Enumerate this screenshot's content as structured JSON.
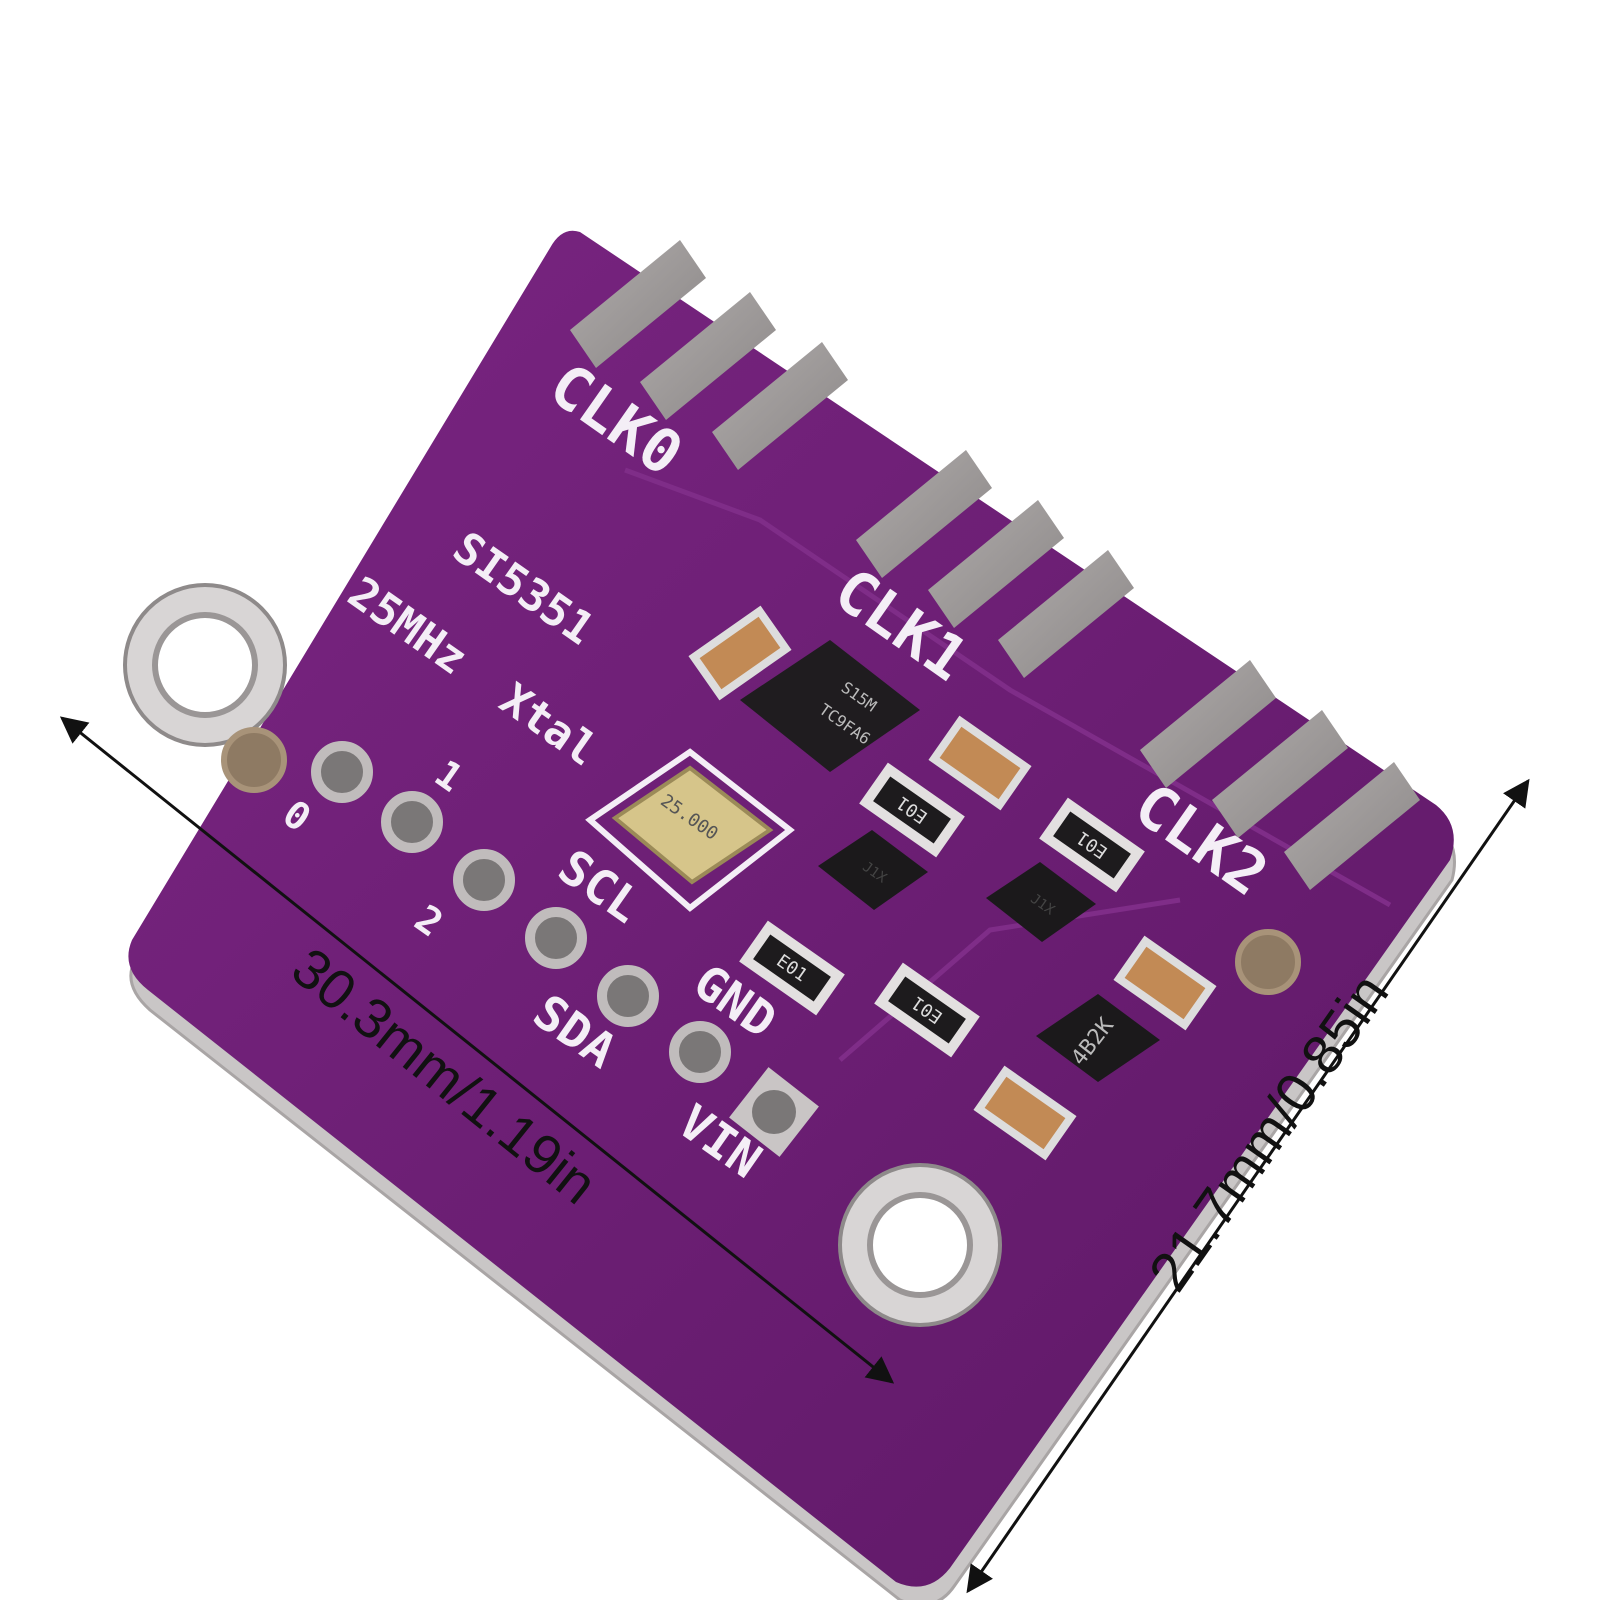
{
  "board": {
    "chip_name": "SI5351",
    "crystal_label": "25MHz  Xtal",
    "crystal_marking": "25.000",
    "ic_marking_1": "S15M",
    "ic_marking_2": "TC9FA6",
    "clk0_label": "CLK0",
    "clk1_label": "CLK1",
    "clk2_label": "CLK2",
    "pins": {
      "pin0": "0",
      "pin1": "1",
      "pin2": "2",
      "scl": "SCL",
      "sda": "SDA",
      "gnd": "GND",
      "vin": "VIN"
    },
    "resistor_marking": "E01",
    "regulator_marking": "4B2K",
    "transistor_marking": "J1X"
  },
  "dimensions": {
    "length": "30.3mm/1.19in",
    "width": "21.7mm/0.85in"
  },
  "colors": {
    "pcb": "#6b1f74",
    "pcb_edge": "#c9c6c6",
    "pad": "#9c9898",
    "silkscreen": "#f4eef6"
  }
}
